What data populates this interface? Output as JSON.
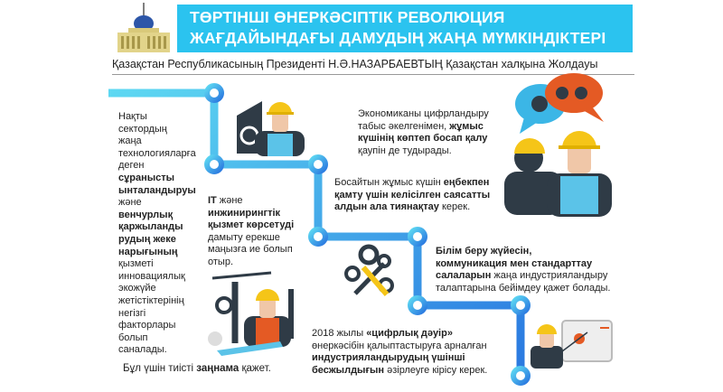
{
  "header": {
    "title_line1": "ТӨРТІНШІ ӨНЕРКӘСІПТІК РЕВОЛЮЦИЯ",
    "title_line2": "ЖАҒДАЙЫНДАҒЫ ДАМУДЫҢ ЖАҢА МҮМКІНДІКТЕРІ",
    "subtitle": "Қазақстан Республикасының Президенті Н.Ә.НАЗАРБАЕВТЫҢ Қазақстан халқына Жолдауы",
    "logo": "akorda-palace-icon",
    "banner_color": "#2bc3ef"
  },
  "path_colors": {
    "start": "#5dd8f2",
    "end": "#2a78e0"
  },
  "paragraphs": {
    "left": [
      {
        "t": "Нақты"
      },
      {
        "br": 1
      },
      {
        "t": "сектордың"
      },
      {
        "br": 1
      },
      {
        "t": "жаңа"
      },
      {
        "br": 1
      },
      {
        "t": "технологияларға"
      },
      {
        "br": 1
      },
      {
        "t": "деген"
      },
      {
        "br": 1
      },
      {
        "t": "сұранысты",
        "b": 1
      },
      {
        "br": 1
      },
      {
        "t": "ынталандыруы",
        "b": 1
      },
      {
        "br": 1
      },
      {
        "t": "және"
      },
      {
        "br": 1
      },
      {
        "t": "венчурлық",
        "b": 1
      },
      {
        "br": 1
      },
      {
        "t": "қаржыланды",
        "b": 1
      },
      {
        "br": 1
      },
      {
        "t": "рудың жеке",
        "b": 1
      },
      {
        "br": 1
      },
      {
        "t": "нарығының",
        "b": 1
      },
      {
        "br": 1
      },
      {
        "t": "қызметі"
      },
      {
        "br": 1
      },
      {
        "t": "инновациялық"
      },
      {
        "br": 1
      },
      {
        "t": "экожүйе"
      },
      {
        "br": 1
      },
      {
        "t": "жетістіктерінің"
      },
      {
        "br": 1
      },
      {
        "t": "негізгі"
      },
      {
        "br": 1
      },
      {
        "t": "факторлары"
      },
      {
        "br": 1
      },
      {
        "t": "болып"
      },
      {
        "br": 1
      },
      {
        "t": "саналады."
      }
    ],
    "it": [
      {
        "t": "IT",
        "b": 1
      },
      {
        "t": " және"
      },
      {
        "br": 1
      },
      {
        "t": "инжинирингтік",
        "b": 1
      },
      {
        "br": 1
      },
      {
        "t": "қызмет көрсетуді",
        "b": 1
      },
      {
        "br": 1
      },
      {
        "t": "дамыту ерекше"
      },
      {
        "br": 1
      },
      {
        "t": "маңызға ие болып"
      },
      {
        "br": 1
      },
      {
        "t": "отыр."
      }
    ],
    "digital": [
      {
        "t": "Экономиканы цифрландыру"
      },
      {
        "br": 1
      },
      {
        "t": "табыс әкелгенімен, "
      },
      {
        "t": "жұмыс",
        "b": 1
      },
      {
        "br": 1
      },
      {
        "t": "күшінің көптеп босап қалу",
        "b": 1
      },
      {
        "br": 1
      },
      {
        "t": "қаупін де тудырады."
      }
    ],
    "labor": [
      {
        "t": "Босайтын жұмыс күшін "
      },
      {
        "t": "еңбекпен",
        "b": 1
      },
      {
        "br": 1
      },
      {
        "t": "қамту үшін келісілген саясатты",
        "b": 1
      },
      {
        "br": 1
      },
      {
        "t": "алдын ала тиянақтау",
        "b": 1
      },
      {
        "t": " керек."
      }
    ],
    "education": [
      {
        "t": "Білім беру жүйесін,",
        "b": 1
      },
      {
        "br": 1
      },
      {
        "t": "коммуникация мен стандарттау",
        "b": 1
      },
      {
        "br": 1
      },
      {
        "t": "салаларын",
        "b": 1
      },
      {
        "t": " жаңа индустрияландыру"
      },
      {
        "br": 1
      },
      {
        "t": "талаптарына бейімдеу қажет болады."
      }
    ],
    "plan2018": [
      {
        "t": "2018 жылы "
      },
      {
        "t": "«цифрлық дәуір»",
        "b": 1
      },
      {
        "br": 1
      },
      {
        "t": "өнеркәсібін қалыптастыруға арналған"
      },
      {
        "br": 1
      },
      {
        "t": "индустрияландырудың үшінші",
        "b": 1
      },
      {
        "br": 1
      },
      {
        "t": "бесжылдығын",
        "b": 1
      },
      {
        "t": " әзірлеуге кірісу керек."
      }
    ],
    "law": [
      {
        "t": "Бұл үшін тиісті "
      },
      {
        "t": "заңнама",
        "b": 1
      },
      {
        "t": " қажет."
      }
    ]
  },
  "illustrations": [
    "engineer-with-gears-icon",
    "workers-with-speech-bubbles-icon",
    "gears-and-tools-icon",
    "crane-worker-icon",
    "presenter-with-chart-icon"
  ]
}
